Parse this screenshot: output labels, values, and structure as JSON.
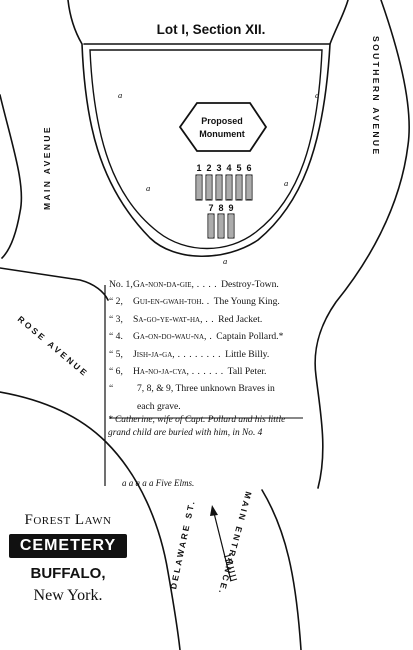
{
  "lot_title": "Lot I, Section XII.",
  "streets": {
    "main_avenue": "MAIN AVENUE",
    "southern_avenue": "SOUTHERN AVENUE",
    "rose_avenue": "ROSE AVENUE",
    "delaware_st": "DELAWARE ST.",
    "main_entrance": "MAIN ENTRANCE."
  },
  "monument": {
    "line1": "Proposed",
    "line2": "Monument"
  },
  "grave_numbers_row1": [
    "1",
    "2",
    "3",
    "4",
    "5",
    "6"
  ],
  "grave_numbers_row2": [
    "7",
    "8",
    "9"
  ],
  "marker_letter": "a",
  "legend": {
    "entries": [
      {
        "number": "No. 1,",
        "name": "Ga-non-da-gie,",
        "dots": " . . . .",
        "meaning": "Destroy-Town."
      },
      {
        "number": "“ 2,",
        "name": "Gui-en-gwah-toh.",
        "dots": " .",
        "meaning": "The Young King."
      },
      {
        "number": "“ 3,",
        "name": "Sa-go-ye-wat-ha,",
        "dots": " . .",
        "meaning": "Red Jacket."
      },
      {
        "number": "“ 4.",
        "name": "Ga-on-do-wau-na,",
        "dots": " .",
        "meaning": "Captain Pollard.*"
      },
      {
        "number": "“ 5,",
        "name": "Jish-ja-ga,",
        "dots": " . . . . . . . .",
        "meaning": "Little Billy."
      },
      {
        "number": "“ 6,",
        "name": "Ha-no-ja-cya,",
        "dots": " . . . . . .",
        "meaning": "Tall Peter."
      },
      {
        "number": "“",
        "name": "",
        "dots": "",
        "meaning": "7, 8, & 9, Three unknown Braves in"
      },
      {
        "number": "",
        "name": "",
        "dots": "",
        "meaning": "each grave."
      }
    ],
    "note": "* Catherine, wife of Capt. Pollard and his little grand child are buried with him, in No. 4"
  },
  "five_elms": "a a a a a  Five Elms.",
  "brand": {
    "forest_lawn": "Forest Lawn",
    "cemetery": "CEMETERY",
    "buffalo": "BUFFALO,",
    "new_york": "New York."
  }
}
